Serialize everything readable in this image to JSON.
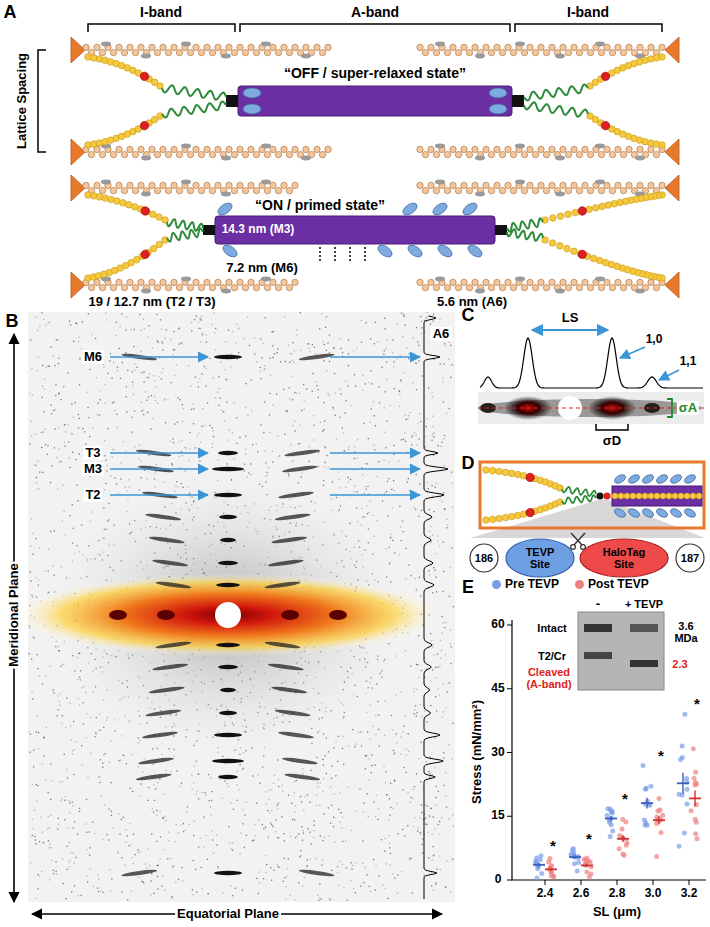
{
  "diagram": {
    "nodes": [
      {
        "text": [
          "186"
        ]
      },
      {
        "text": [
          "TEVP Site"
        ]
      },
      {
        "text": [
          "HaloTag Site"
        ]
      },
      {
        "text": [
          "187"
        ]
      }
    ],
    "labels": [
      "A",
      "I-band",
      "A-band",
      "I-band",
      "Lattice Spacing",
      "“OFF / super-relaxed state”",
      "“ON / primed state”",
      "14.3 nm (M3)",
      "7.2 nm (M6)",
      "19 / 12.7 nm (T2 / T3)",
      "5.6 nm (A6)",
      "B",
      "M6",
      "T3",
      "M3",
      "T2",
      "A6",
      "Meridional Plane",
      "Equatorial Plane",
      "C",
      "LS",
      "1,0",
      "1,1",
      "σA",
      "σD",
      "D",
      "E",
      "Stress (mN/mm²)",
      "SL (μm)",
      "60",
      "45",
      "30",
      "15",
      "0",
      "2.4",
      "2.6",
      "2.8",
      "3.0",
      "3.2",
      "*",
      "*",
      "*",
      "*",
      "*",
      "-",
      "+ TEVP",
      "Intact",
      "T2/Cr",
      "Cleaved (A-band)",
      "3.6 MDa",
      "2.3"
    ],
    "legend": [
      {
        "text": "Pre TEVP",
        "color": "#7b9ee8"
      },
      {
        "text": "Post TEVP",
        "color": "#f08080"
      }
    ]
  }
}
